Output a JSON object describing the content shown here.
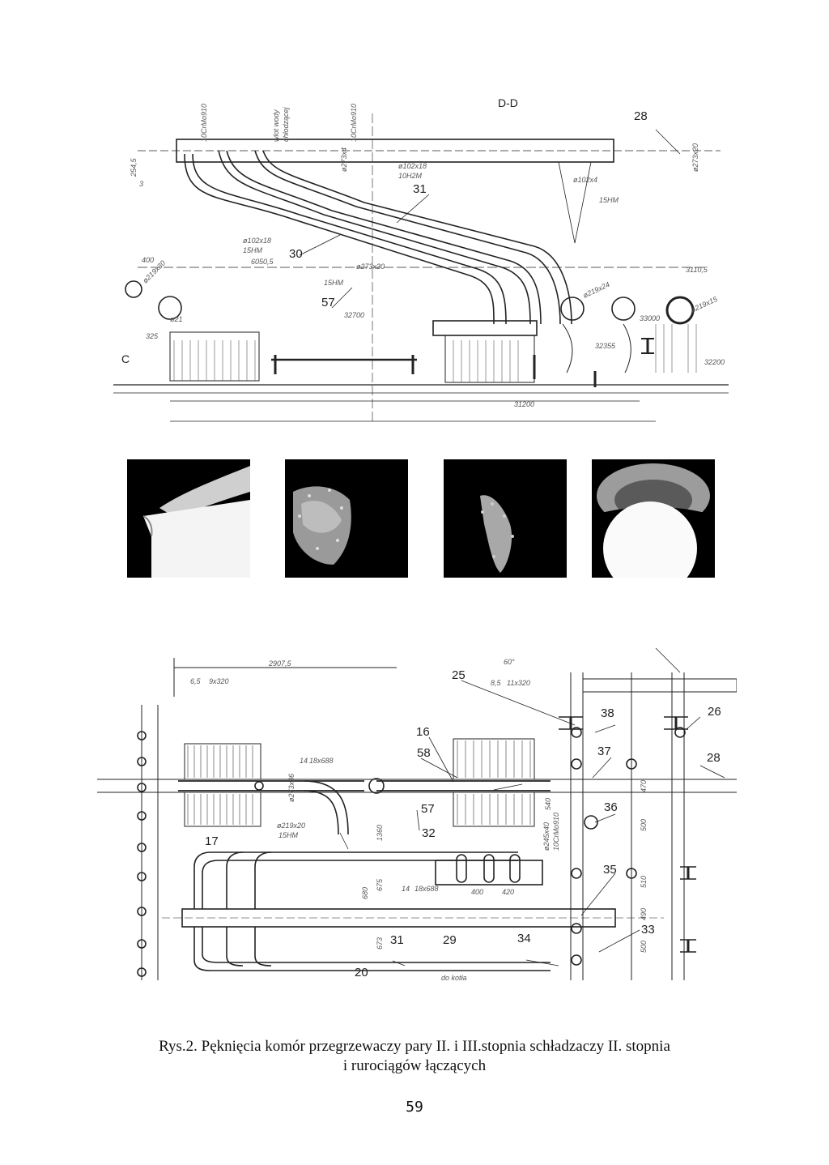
{
  "top_drawing": {
    "section_label": "D-D",
    "callouts": [
      "28",
      "31",
      "30",
      "57"
    ],
    "dims": [
      "254,5",
      "3",
      "10CrMo910",
      "wlot wody",
      "chłodzącej",
      "10CrMo910",
      "ø273x4",
      "ø102x18",
      "10H2M",
      "ø102x18",
      "15HM",
      "6050,5",
      "ø219x30",
      "ø21",
      "15HM",
      "32700",
      "ø273x20",
      "3110,5",
      "ø219x15",
      "ø219x24",
      "33000",
      "32355",
      "32200",
      "31200",
      "400",
      "325",
      "C",
      "ø102x4",
      "15HM",
      "ø273x20"
    ]
  },
  "photos": [
    "crack-photo-1",
    "crack-photo-2",
    "crack-photo-3",
    "crack-photo-4"
  ],
  "bottom_drawing": {
    "callouts": [
      "25",
      "38",
      "26",
      "16",
      "58",
      "37",
      "28",
      "17",
      "36",
      "57",
      "32",
      "35",
      "31",
      "29",
      "34",
      "33",
      "20"
    ],
    "dims": [
      "2907,5",
      "6,5",
      "9x320",
      "60°",
      "8,5",
      "11x320",
      "14",
      "18x688",
      "ø273x36",
      "ø219x20",
      "15HM",
      "1360",
      "680",
      "675",
      "673",
      "400",
      "420",
      "ø245x40",
      "10CrMo910",
      "14",
      "18x688",
      "540",
      "470",
      "500",
      "510",
      "490",
      "500",
      "do kotła"
    ]
  },
  "caption": {
    "line1": "Rys.2. Pęknięcia komór przegrzewaczy pary II. i III.stopnia schładzaczy II. stopnia",
    "line2": "i rurociągów łączących"
  },
  "page_number": "59"
}
